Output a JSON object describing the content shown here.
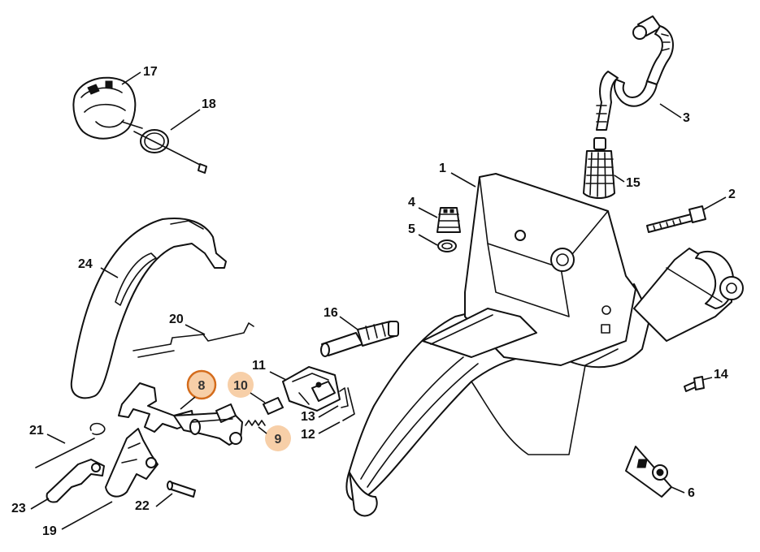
{
  "callouts": {
    "c1": "1",
    "c2": "2",
    "c3": "3",
    "c4": "4",
    "c5": "5",
    "c6": "6",
    "c8": "8",
    "c9": "9",
    "c10": "10",
    "c11": "11",
    "c12": "12",
    "c13": "13",
    "c14": "14",
    "c15": "15",
    "c16": "16",
    "c17": "17",
    "c18": "18",
    "c19": "19",
    "c20": "20",
    "c21": "21",
    "c22": "22",
    "c23": "23",
    "c24": "24"
  },
  "highlight": {
    "selected": "8",
    "related": [
      "9",
      "10"
    ],
    "selected_ring_color": "#d46c1c",
    "fill_color": "#f7cfa8"
  }
}
